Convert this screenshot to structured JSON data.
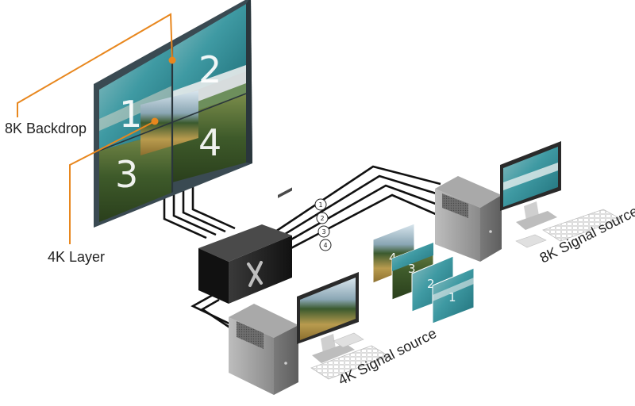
{
  "labels": {
    "backdrop": "8K Backdrop",
    "layer": "4K Layer",
    "source_8k": "8K Signal source",
    "source_4k": "4K Signal source"
  },
  "wall_numbers": [
    "1",
    "2",
    "3",
    "4"
  ],
  "channel_numbers": [
    "1",
    "2",
    "3",
    "4"
  ],
  "layer_numbers": [
    "4",
    "3",
    "2",
    "1"
  ],
  "colors": {
    "callout_line": "#e8871e",
    "cable": "#111111",
    "frame": "#3a4a52",
    "tower": "#8c8c8c",
    "switcher": "#1a1a1a"
  },
  "icons": [
    "video-wall",
    "switcher-box",
    "pc-tower",
    "monitor",
    "keyboard",
    "image-layer"
  ]
}
